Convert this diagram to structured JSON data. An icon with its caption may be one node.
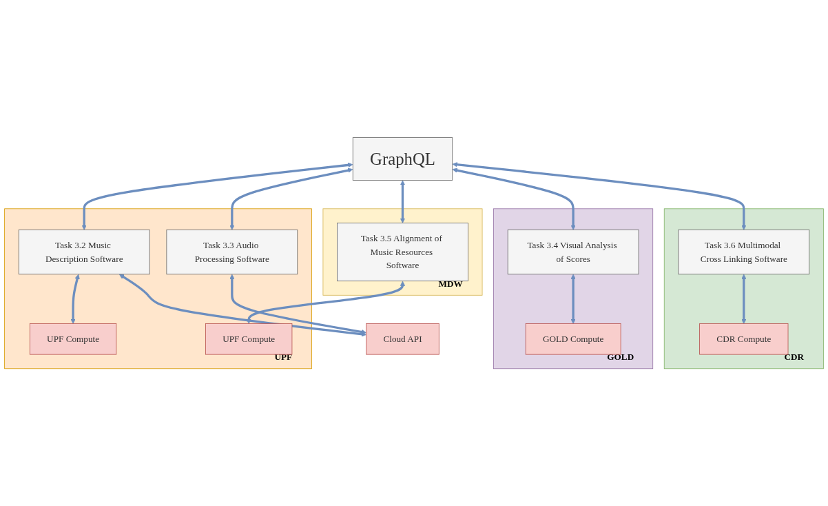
{
  "diagram": {
    "nodes": [
      {
        "text": [
          "GraphQL"
        ]
      },
      {
        "text": [
          "UPF"
        ]
      },
      {
        "text": [
          "Task 3.2 Music Description Software"
        ],
        "in": 1
      },
      {
        "text": [
          "Task 3.3 Audio Processing Software"
        ],
        "in": 1
      },
      {
        "text": [
          "UPF Compute"
        ],
        "in": 1
      },
      {
        "text": [
          "UPF Compute"
        ],
        "in": 1
      },
      {
        "text": [
          "MDW"
        ]
      },
      {
        "text": [
          "Task 3.5 Alignment of Music Resources Software"
        ],
        "in": 6
      },
      {
        "text": [
          "GOLD"
        ]
      },
      {
        "text": [
          "Task 3.4 Visual Analysis of Scores"
        ],
        "in": 8
      },
      {
        "text": [
          "GOLD Compute"
        ],
        "in": 8
      },
      {
        "text": [
          "CDR"
        ]
      },
      {
        "text": [
          "Task 3.6 Multimodal Cross Linking Software"
        ],
        "in": 11
      },
      {
        "text": [
          "CDR Compute"
        ],
        "in": 11
      },
      {
        "text": [
          "Cloud API"
        ]
      }
    ],
    "edges": [
      {
        "from": 0,
        "to": 2,
        "arrow": "both"
      },
      {
        "from": 0,
        "to": 3,
        "arrow": "both"
      },
      {
        "from": 0,
        "to": 7,
        "arrow": "both"
      },
      {
        "from": 0,
        "to": 9,
        "arrow": "both"
      },
      {
        "from": 0,
        "to": 12,
        "arrow": "both"
      },
      {
        "from": 2,
        "to": 4,
        "arrow": "both"
      },
      {
        "from": 2,
        "to": 14,
        "arrow": "both"
      },
      {
        "from": 3,
        "to": 14,
        "arrow": "both"
      },
      {
        "from": 7,
        "to": 5,
        "arrow": "both"
      },
      {
        "from": 9,
        "to": 10,
        "arrow": "both"
      },
      {
        "from": 12,
        "to": 13,
        "arrow": "both"
      }
    ]
  }
}
